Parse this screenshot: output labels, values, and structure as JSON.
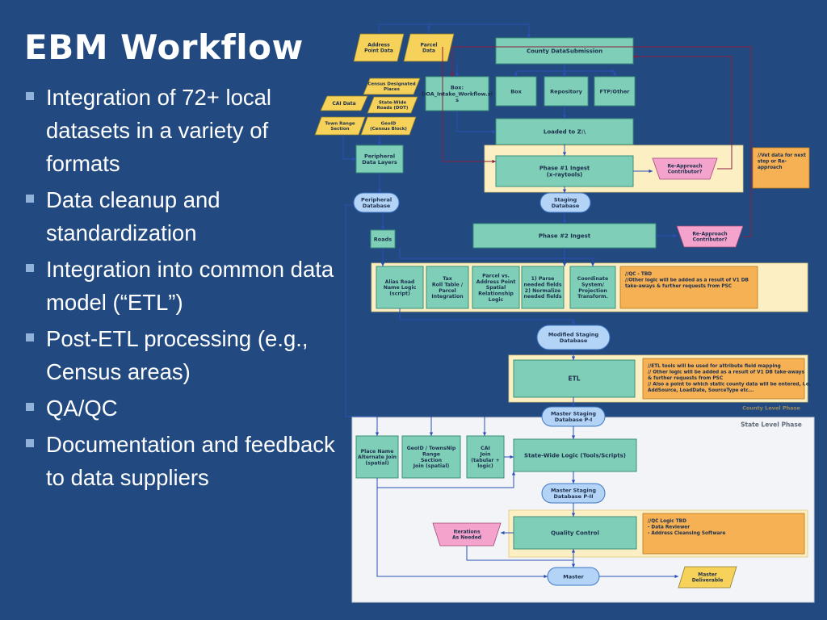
{
  "slide": {
    "title": "EBM Workflow",
    "bullets": [
      "Integration of 72+ local datasets in a variety of formats",
      "Data cleanup and standardization",
      "Integration into common data model (“ETL”)",
      "Post-ETL processing (e.g., Census areas)",
      "QA/QC",
      "Documentation and feedback to data suppliers"
    ]
  },
  "diagram": {
    "sources": {
      "address_point_data": [
        "Address",
        "Point Data"
      ],
      "parcel_data": [
        "Parcel",
        "Data"
      ],
      "census_designated_places": [
        "Census Designated",
        "Places"
      ],
      "cai_data": [
        "CAI Data"
      ],
      "state_wide_roads": [
        "State-Wide",
        "Roads (DOT)"
      ],
      "town_range_section": [
        "Town Range",
        "Section"
      ],
      "geoid_census_block": [
        "GeoID",
        "(Census Block)"
      ]
    },
    "nodes": {
      "county_data_submission": [
        "County DataSubmission"
      ],
      "box_doa_intake": [
        "Box:",
        "DOA_Intake_Workflow.xl",
        "s"
      ],
      "box": [
        "Box"
      ],
      "repository": [
        "Repository"
      ],
      "ftp_other": [
        "FTP/Other"
      ],
      "loaded_to_z": [
        "Loaded to Z:\\"
      ],
      "peripheral_data_layers": [
        "Peripheral",
        "Data Layers"
      ],
      "phase1_ingest": [
        "Phase #1 Ingest",
        "(x-raytools)"
      ],
      "re_approach_1": [
        "Re-Approach",
        "Contributor?"
      ],
      "phase1_note": [
        "//Vet data for next",
        "step or Re-",
        "approach"
      ],
      "peripheral_database": [
        "Peripheral",
        "Database"
      ],
      "staging_database": [
        "Staging",
        "Database"
      ],
      "roads": [
        "Roads"
      ],
      "phase2_ingest": [
        "Phase #2 Ingest"
      ],
      "re_approach_2": [
        "Re-Approach",
        "Contributor?"
      ],
      "alias_road": [
        "Alias Road",
        "Name Logic",
        "(script)"
      ],
      "tax_roll": [
        "Tax",
        "Roll Table /",
        "Parcel",
        "Integration"
      ],
      "parcel_vs_address": [
        "Parcel vs.",
        "Address Point",
        "Spatial",
        "Relationship",
        "Logic"
      ],
      "parse_normalize": [
        "1) Parse",
        "needed fields",
        "2) Normalize",
        "needed fields"
      ],
      "coordinate_system": [
        "Coordinate",
        "System/",
        "Projection",
        "Transform."
      ],
      "qc_note": [
        "//QC - TBD",
        "//Other logic will be added as a result of V1 DB",
        "take-aways & further requests from PSC"
      ],
      "modified_staging_database": [
        "Modified Staging",
        "Database"
      ],
      "etl": [
        "ETL"
      ],
      "etl_note": [
        "//ETL tools will be used for attribute field mapping",
        "// Other logic will be added as a result of V1 DB take-aways",
        "& further requests from PSC",
        "// Also a point to which static county data will be entered, i.e.",
        "AddSource, LoadDate, SourceType etc..."
      ],
      "county_level_phase": [
        "County Level Phase"
      ],
      "master_staging_p1": [
        "Master Staging",
        "Database P-I"
      ],
      "state_level_phase": [
        "State Level Phase"
      ],
      "place_name_join": [
        "Place Name",
        "Alternate Join",
        "(spatial)"
      ],
      "geoid_township_join": [
        "GeoID / TownsNip",
        "Range",
        "Section",
        "Join (spatial)"
      ],
      "cai_join": [
        "CAI",
        "Join",
        "(tabular +",
        "logic)"
      ],
      "state_wide_logic": [
        "State-Wide Logic (Tools/Scripts)"
      ],
      "master_staging_p2": [
        "Master Staging",
        "Database P-II"
      ],
      "iterations": [
        "Iterations",
        "As Needed"
      ],
      "quality_control": [
        "Quality Control"
      ],
      "qc_logic_note": [
        "//QC Logic TBD",
        "- Data Reviewer",
        "- Address Cleansing Software"
      ],
      "master": [
        "Master"
      ],
      "master_deliverable": [
        "Master",
        "Deliverable"
      ]
    },
    "colors": {
      "process": "#7fcfb8",
      "process_stroke": "#3a8f78",
      "source": "#f6d25a",
      "database": "#b3d4f7",
      "database_stroke": "#3f77c2",
      "pink": "#f4a3cc",
      "note": "#f6b155",
      "band": "#fdefc4",
      "arrow": "#2a4fb5",
      "loop": "#8a1f3c",
      "panel": "#f2f4f7"
    }
  }
}
